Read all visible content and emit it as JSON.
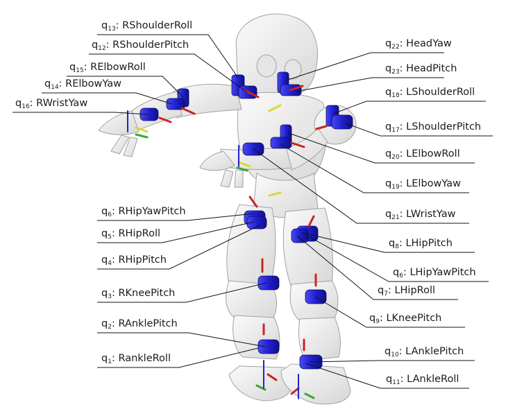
{
  "diagram": {
    "colors": {
      "axis_z": "#2222cc",
      "axis_x": "#cc2222",
      "axis_y": "#33aa33",
      "axis_alt": "#cccc33",
      "motor": "#1f1fcf",
      "body": "#eeeeee",
      "body_edge": "#9a9a9a",
      "leader": "#111111"
    },
    "joints": [
      {
        "id": "q13",
        "sub": "13",
        "name": "RShoulderRoll"
      },
      {
        "id": "q12",
        "sub": "12",
        "name": "RShoulderPitch"
      },
      {
        "id": "q15",
        "sub": "15",
        "name": "RElbowRoll"
      },
      {
        "id": "q14",
        "sub": "14",
        "name": "RElbowYaw"
      },
      {
        "id": "q16",
        "sub": "16",
        "name": "RWristYaw"
      },
      {
        "id": "q22",
        "sub": "22",
        "name": "HeadYaw"
      },
      {
        "id": "q23",
        "sub": "23",
        "name": "HeadPitch"
      },
      {
        "id": "q18",
        "sub": "18",
        "name": "LShoulderRoll"
      },
      {
        "id": "q17",
        "sub": "17",
        "name": "LShoulderPitch"
      },
      {
        "id": "q20",
        "sub": "20",
        "name": "LElbowRoll"
      },
      {
        "id": "q19",
        "sub": "19",
        "name": "LElbowYaw"
      },
      {
        "id": "q21",
        "sub": "21",
        "name": "LWristYaw"
      },
      {
        "id": "q6r",
        "sub": "6",
        "name": "RHipYawPitch"
      },
      {
        "id": "q5",
        "sub": "5",
        "name": "RHipRoll"
      },
      {
        "id": "q4",
        "sub": "4",
        "name": "RHipPitch"
      },
      {
        "id": "q3",
        "sub": "3",
        "name": "RKneePitch"
      },
      {
        "id": "q2",
        "sub": "2",
        "name": "RAnklePitch"
      },
      {
        "id": "q1",
        "sub": "1",
        "name": "RankleRoll"
      },
      {
        "id": "q8",
        "sub": "8",
        "name": "LHipPitch"
      },
      {
        "id": "q6l",
        "sub": "6",
        "name": "LHipYawPitch"
      },
      {
        "id": "q7",
        "sub": "7",
        "name": "LHipRoll"
      },
      {
        "id": "q9",
        "sub": "9",
        "name": "LKneePitch"
      },
      {
        "id": "q10",
        "sub": "10",
        "name": "LAnklePitch"
      },
      {
        "id": "q11",
        "sub": "11",
        "name": "LAnkleRoll"
      }
    ]
  }
}
